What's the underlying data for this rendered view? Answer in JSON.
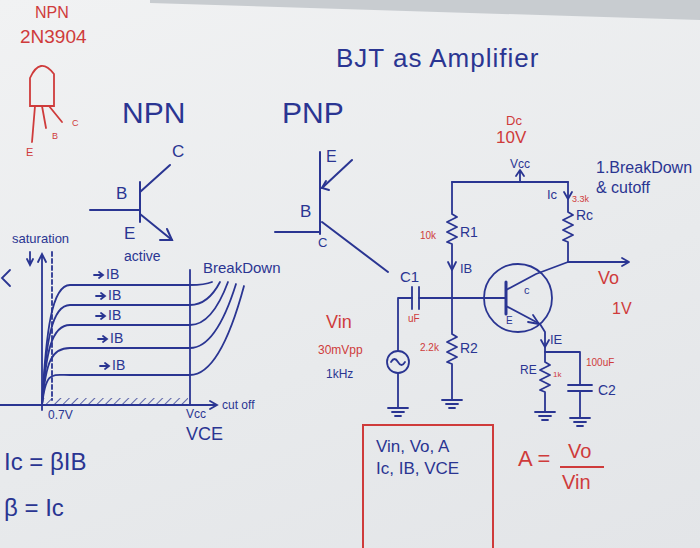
{
  "diagram": {
    "title": "BJT as Amplifier",
    "nodes": [
      {
        "text": [
          "Vin, Vo, A",
          "Ic, IB, VCE"
        ]
      }
    ],
    "labels": [
      "NPN",
      "2N3904",
      "C",
      "B",
      "E",
      "NPN",
      "PNP",
      "C",
      "B",
      "E",
      "E",
      "B",
      "C",
      "saturation",
      "active",
      "BreakDown",
      "IB",
      "IB",
      "IB",
      "IB",
      "IB",
      "0.7V",
      "Vcc",
      "cut off",
      "VCE",
      "Ic = βIB",
      "β = Ic",
      "Dc",
      "10V",
      "Vcc",
      "Ic",
      "3.3k",
      "Rc",
      "10k",
      "R1",
      "IB",
      "C1",
      "uF",
      "2.2k",
      "R2",
      "Vin",
      "30mVpp",
      "1kHz",
      "Vo",
      "1V",
      "c",
      "E",
      "IE",
      "RE",
      "1k",
      "100uF",
      "C2",
      "1.BreakDown & cutoff",
      "A =",
      "Vo",
      "Vin"
    ]
  }
}
